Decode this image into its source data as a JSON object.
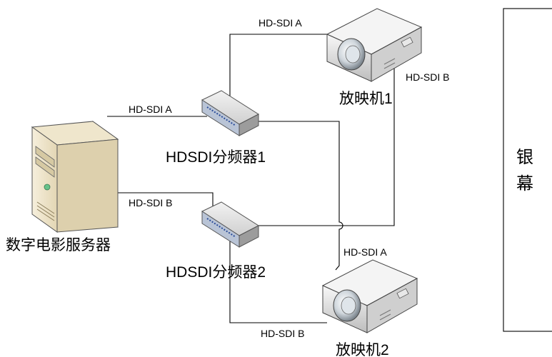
{
  "labels": {
    "server": "数字电影服务器",
    "splitter1": "HDSDI分频器1",
    "splitter2": "HDSDI分频器2",
    "projector1": "放映机1",
    "projector2": "放映机2",
    "screen_line1": "银",
    "screen_line2": "幕"
  },
  "links": {
    "server_to_splitter1": "HD-SDI  A",
    "server_to_splitter2": "HD-SDI  B",
    "splitter1_to_projector1": "HD-SDI  A",
    "splitter2_to_projector1": "HD-SDI  B",
    "splitter1_to_projector2": "HD-SDI  A",
    "splitter2_to_projector2": "HD-SDI  B"
  }
}
